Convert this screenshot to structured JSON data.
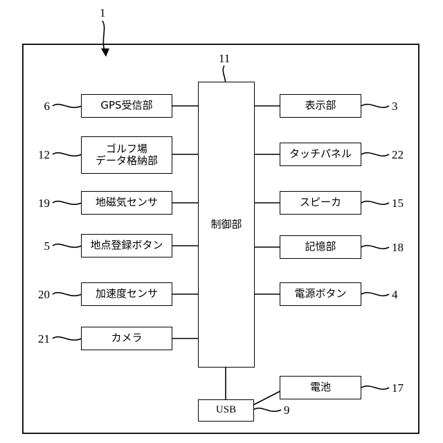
{
  "figure": {
    "ref": "1",
    "controller": {
      "label": "制御部",
      "ref": "11"
    },
    "left_blocks": [
      {
        "label": "GPS受信部",
        "ref": "6"
      },
      {
        "label": "ゴルフ場\nデータ格納部",
        "ref": "12"
      },
      {
        "label": "地磁気センサ",
        "ref": "19"
      },
      {
        "label": "地点登録ボタン",
        "ref": "5"
      },
      {
        "label": "加速度センサ",
        "ref": "20"
      },
      {
        "label": "カメラ",
        "ref": "21"
      }
    ],
    "right_blocks": [
      {
        "label": "表示部",
        "ref": "3"
      },
      {
        "label": "タッチパネル",
        "ref": "22"
      },
      {
        "label": "スピーカ",
        "ref": "15"
      },
      {
        "label": "記憶部",
        "ref": "18"
      },
      {
        "label": "電源ボタン",
        "ref": "4"
      }
    ],
    "battery": {
      "label": "電池",
      "ref": "17"
    },
    "usb": {
      "label": "USB",
      "ref": "9"
    }
  }
}
